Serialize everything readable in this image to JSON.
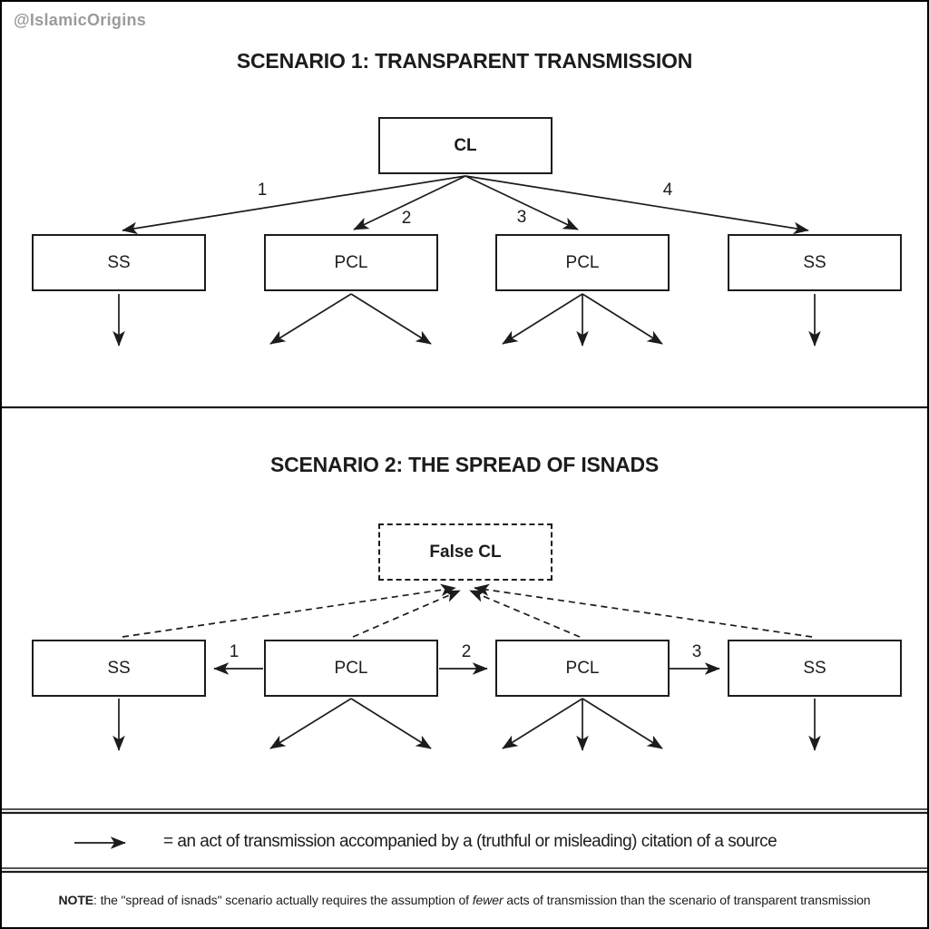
{
  "watermark": "@IslamicOrigins",
  "colors": {
    "line": "#1c1c1c",
    "watermark": "#9b9b9b",
    "background": "#ffffff"
  },
  "scenario1": {
    "title": "SCENARIO 1: TRANSPARENT TRANSMISSION",
    "root_box": "CL",
    "boxes": [
      "SS",
      "PCL",
      "PCL",
      "SS"
    ],
    "arrow_labels": [
      "1",
      "2",
      "3",
      "4"
    ]
  },
  "scenario2": {
    "title": "SCENARIO 2: THE SPREAD OF ISNADS",
    "root_box": "False CL",
    "boxes": [
      "SS",
      "PCL",
      "PCL",
      "SS"
    ],
    "arrow_labels": [
      "1",
      "2",
      "3"
    ]
  },
  "legend": {
    "symbol": "right-arrow",
    "text": "= an act of transmission accompanied by a (truthful or misleading) citation of a source"
  },
  "note": {
    "label": "NOTE",
    "before_italic": ": the \"spread of isnads\" scenario actually requires the assumption of ",
    "italic": "fewer",
    "after_italic": " acts of transmission than the scenario of transparent transmission"
  }
}
